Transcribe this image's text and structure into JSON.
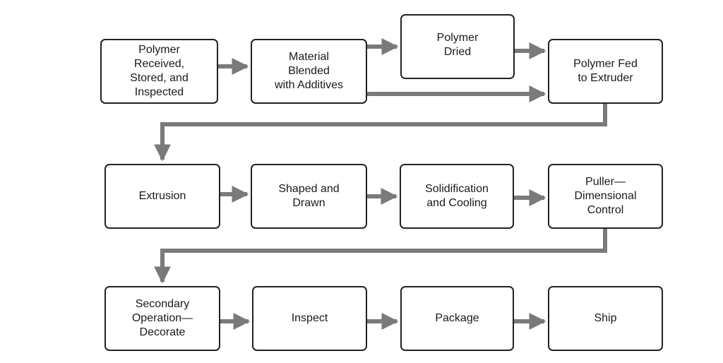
{
  "nodes": {
    "polymer_received": "Polymer\nReceived,\nStored, and\nInspected",
    "material_blended": "Material\nBlended\nwith Additives",
    "polymer_dried": "Polymer\nDried",
    "polymer_fed": "Polymer Fed\nto Extruder",
    "extrusion": "Extrusion",
    "shaped_drawn": "Shaped and\nDrawn",
    "solidification": "Solidification\nand Cooling",
    "puller": "Puller—\nDimensional\nControl",
    "secondary": "Secondary\nOperation—\nDecorate",
    "inspect": "Inspect",
    "package": "Package",
    "ship": "Ship"
  },
  "colors": {
    "arrow": "#7a7a7a",
    "border": "#222222"
  }
}
